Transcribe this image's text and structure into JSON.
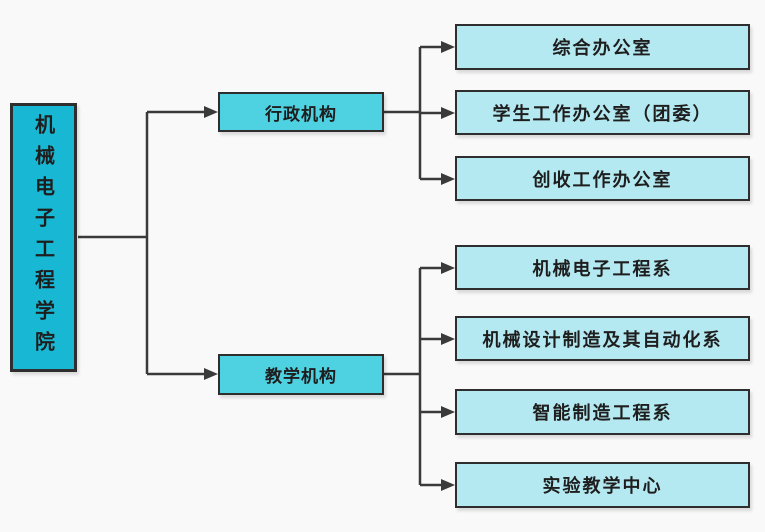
{
  "diagram": {
    "type": "org-chart",
    "root": {
      "label": "机械电子工程学院"
    },
    "branches": [
      {
        "label": "行政机构",
        "children": [
          {
            "label": "综合办公室"
          },
          {
            "label": "学生工作办公室（团委）"
          },
          {
            "label": "创收工作办公室"
          }
        ]
      },
      {
        "label": "教学机构",
        "children": [
          {
            "label": "机械电子工程系"
          },
          {
            "label": "机械设计制造及其自动化系"
          },
          {
            "label": "智能制造工程系"
          },
          {
            "label": "实验教学中心"
          }
        ]
      }
    ],
    "colors": {
      "root_fill": "#18b7d3",
      "branch_fill": "#4ed1e0",
      "leaf_fill": "#b5e9f1",
      "box_border": "#2e2e2e",
      "connector": "#3a3a3a",
      "background": "#f9f9f9",
      "text": "#1e1e1e"
    }
  }
}
